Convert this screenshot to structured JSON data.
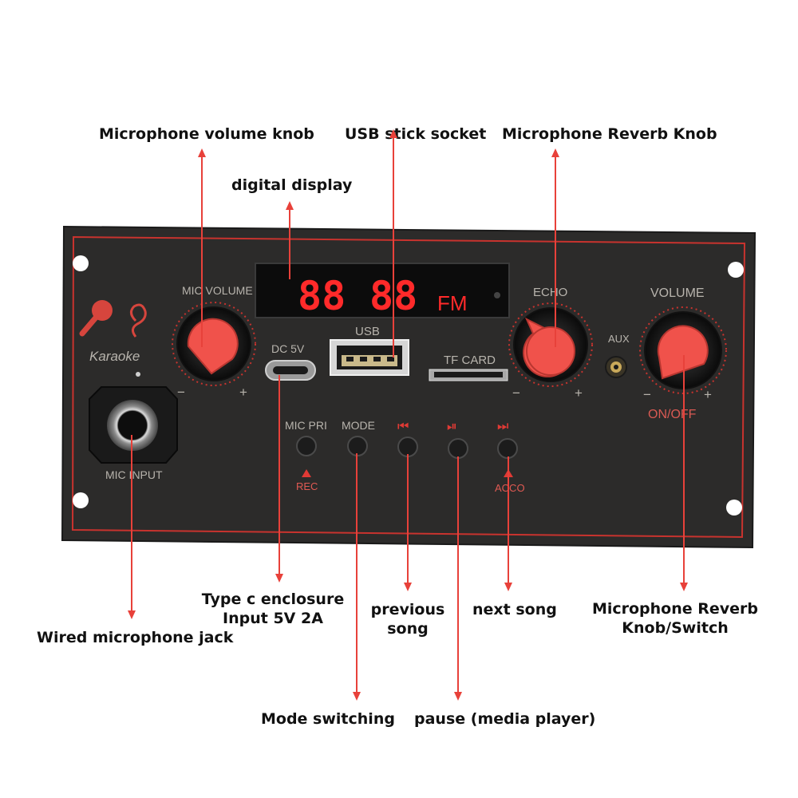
{
  "callouts": {
    "mic_volume_knob": "Microphone volume knob",
    "usb_socket": "USB stick socket",
    "reverb_knob": "Microphone Reverb Knob",
    "digital_display": "digital display",
    "type_c_line1": "Type c enclosure",
    "type_c_line2": "Input 5V 2A",
    "wired_mic_jack": "Wired microphone jack",
    "previous_line1": "previous",
    "previous_line2": "song",
    "next_song": "next song",
    "reverb_switch_line1": "Microphone Reverb",
    "reverb_switch_line2": "Knob/Switch",
    "mode_switching": "Mode switching",
    "pause": "pause (media player)"
  },
  "panel": {
    "brand": "Karaoke",
    "mic_volume": "MIC VOLUME",
    "usb": "USB",
    "dc_5v": "DC 5V",
    "tf_card": "TF CARD",
    "echo": "ECHO",
    "aux": "AUX",
    "volume": "VOLUME",
    "on_off": "ON/OFF",
    "mic_input": "MIC INPUT",
    "display_digits_left": "88",
    "display_digits_right": "88",
    "display_mode": "FM",
    "minus": "−",
    "plus": "+",
    "buttons": {
      "mic_pri": "MIC PRI",
      "mode": "MODE",
      "prev_glyph": "⏮",
      "play_glyph": "⏯",
      "next_glyph": "⏭",
      "rec": "REC",
      "acco": "ACCO"
    }
  },
  "colors": {
    "panel": "#2c2b2a",
    "accent_red": "#e03a35",
    "knob_red": "#f0524b",
    "display_red": "#ff2a2a",
    "panel_text": "#b8b4ad",
    "pointer_red": "#e8413a"
  }
}
